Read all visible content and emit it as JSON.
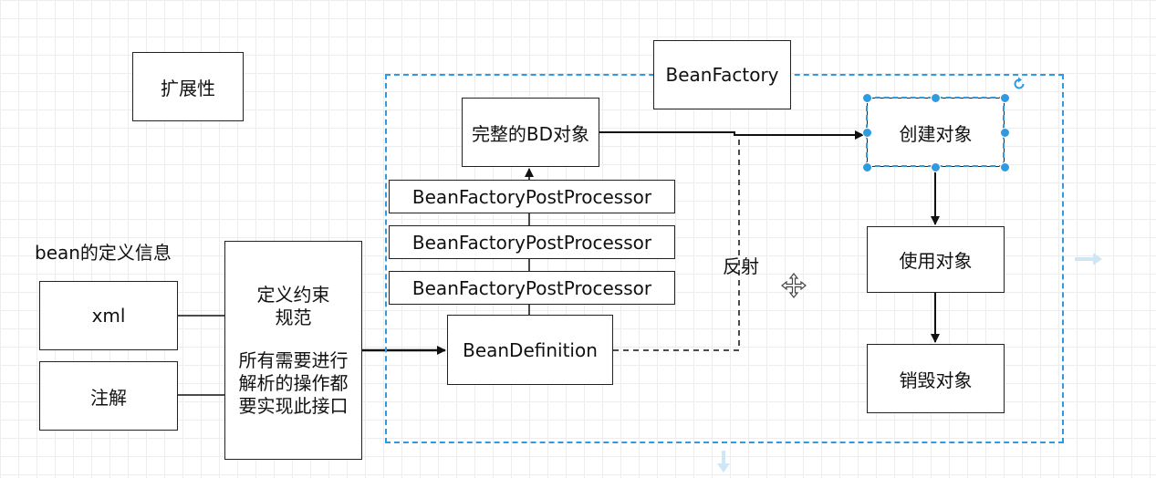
{
  "diagram": {
    "extensibility": "扩展性",
    "bean_definition_info": "bean的定义信息",
    "xml": "xml",
    "annotation": "注解",
    "constraint": {
      "line1": "定义约束",
      "line2": "规范",
      "line3": "所有需要进行",
      "line4": "解析的操作都",
      "line5": "要实现此接口"
    },
    "bean_factory": "BeanFactory",
    "complete_bd": "完整的BD对象",
    "post_processors": [
      "BeanFactoryPostProcessor",
      "BeanFactoryPostProcessor",
      "BeanFactoryPostProcessor"
    ],
    "bean_definition": "BeanDefinition",
    "reflection": "反射",
    "create_object": "创建对象",
    "use_object": "使用对象",
    "destroy_object": "销毁对象"
  },
  "colors": {
    "selection": "#2e9be0",
    "line": "#111111"
  }
}
